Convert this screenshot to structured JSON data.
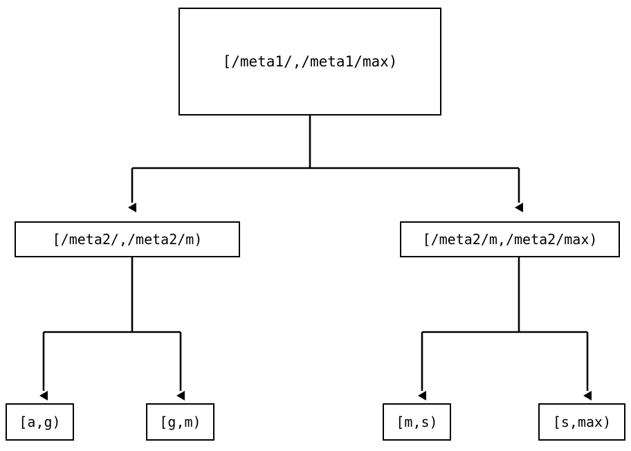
{
  "diagram": {
    "type": "tree",
    "title": "",
    "orientation": "top-down",
    "colors": {
      "stroke": "#000000",
      "fill": "#ffffff",
      "text": "#000000",
      "background": "#ffffff"
    },
    "nodes": {
      "root": {
        "id": "root",
        "label": "[/meta1/,/meta1/max)"
      },
      "mid_left": {
        "id": "mid-left",
        "label": "[/meta2/,/meta2/m)"
      },
      "mid_right": {
        "id": "mid-right",
        "label": "[/meta2/m,/meta2/max)"
      },
      "leaf_ag": {
        "id": "leaf-ag",
        "label": "[a,g)"
      },
      "leaf_gm": {
        "id": "leaf-gm",
        "label": "[g,m)"
      },
      "leaf_ms": {
        "id": "leaf-ms",
        "label": "[m,s)"
      },
      "leaf_smax": {
        "id": "leaf-smax",
        "label": "[s,max)"
      }
    },
    "edges": [
      {
        "from": "root",
        "to": "mid-left",
        "arrow": "filled-triangle"
      },
      {
        "from": "root",
        "to": "mid-right",
        "arrow": "filled-triangle"
      },
      {
        "from": "mid-left",
        "to": "leaf-ag",
        "arrow": "filled-triangle"
      },
      {
        "from": "mid-left",
        "to": "leaf-gm",
        "arrow": "filled-triangle"
      },
      {
        "from": "mid-right",
        "to": "leaf-ms",
        "arrow": "filled-triangle"
      },
      {
        "from": "mid-right",
        "to": "leaf-smax",
        "arrow": "filled-triangle"
      }
    ]
  }
}
